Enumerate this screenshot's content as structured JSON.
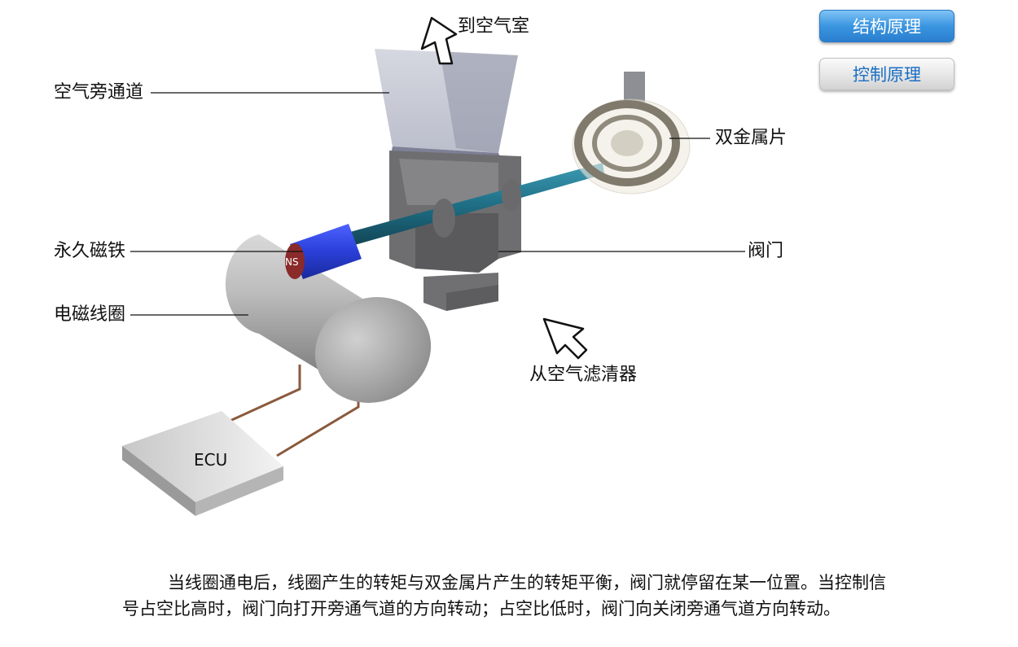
{
  "buttons": {
    "structure": "结构原理",
    "control": "控制原理"
  },
  "labels": {
    "to_air_chamber": "到空气室",
    "air_bypass": "空气旁通道",
    "bimetal": "双金属片",
    "permanent_magnet": "永久磁铁",
    "valve": "阀门",
    "coil": "电磁线圈",
    "from_air_filter": "从空气滤清器",
    "ecu": "ECU",
    "magnet_poles": "NS"
  },
  "description": "当线圈通电后，线圈产生的转矩与双金属片产生的转矩平衡，阀门就停留在某一位置。当控制信号占空比高时，阀门向打开旁通气道的方向转动；占空比低时，阀门向关闭旁通气道方向转动。",
  "colors": {
    "accent": "#3b95e0",
    "magnet": "#2a3fd8",
    "shaft": "#1f6f86",
    "bracket": "#6e6e70",
    "cylinder": "#a8a8a8",
    "wire": "#8a5a3c"
  }
}
